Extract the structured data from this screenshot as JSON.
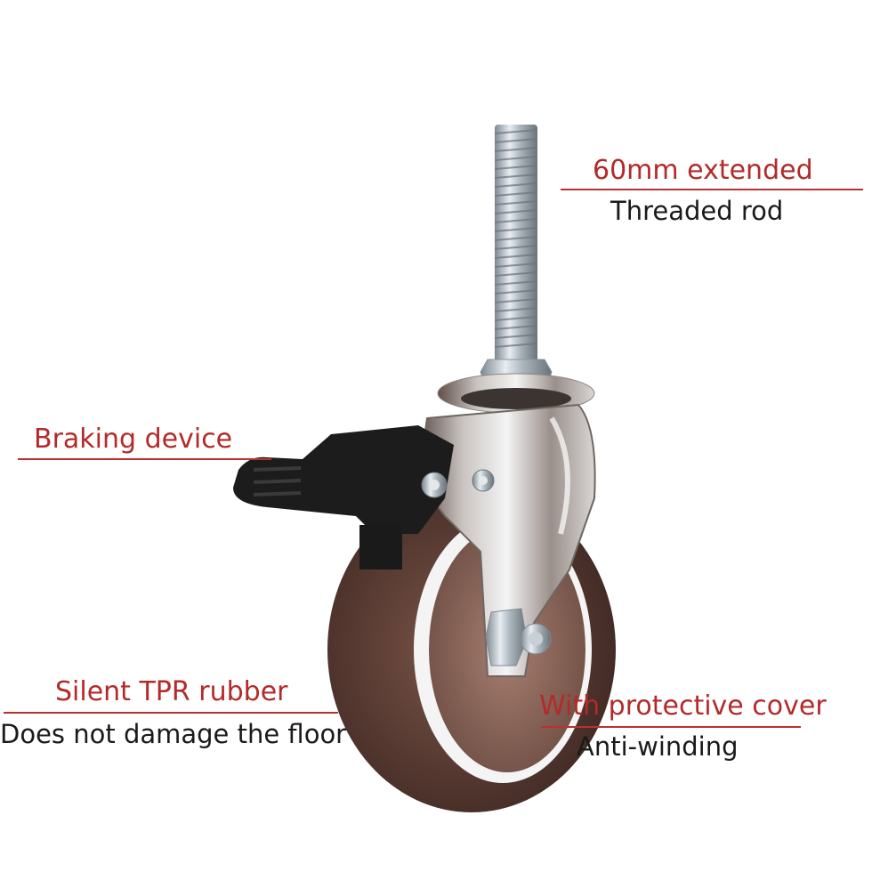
{
  "product": "swivel caster wheel with brake",
  "callouts": {
    "rod": {
      "title": "60mm extended",
      "subtitle": "Threaded rod"
    },
    "brake": {
      "title": "Braking device"
    },
    "wheel": {
      "title": "Silent TPR rubber",
      "subtitle": "Does not damage the floor"
    },
    "cover": {
      "title": "With protective cover",
      "subtitle": "Anti-winding"
    }
  },
  "colors": {
    "callout_title": "#b32a2a",
    "callout_line": "#b83232",
    "callout_subtitle": "#1a1a1a",
    "wheel_tread": "#5e3f35",
    "pedal": "#1c1c1c"
  }
}
